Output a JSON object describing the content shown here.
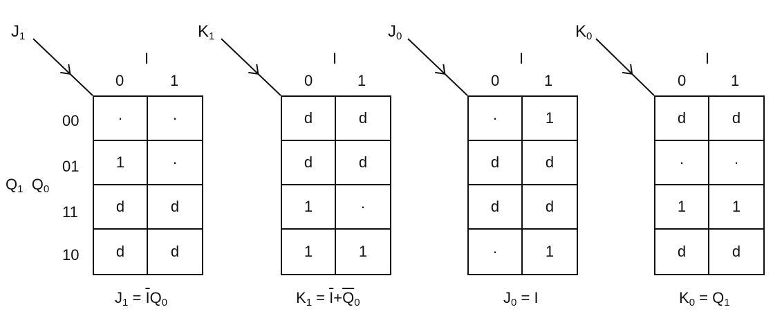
{
  "input_var": "I",
  "col_headers": [
    "0",
    "1"
  ],
  "row_headers": [
    "00",
    "01",
    "11",
    "10"
  ],
  "row_var_label": {
    "a": "Q",
    "a_sub": "1",
    "b": "Q",
    "b_sub": "0"
  },
  "maps": [
    {
      "var": "J",
      "var_sub": "1",
      "cells": [
        [
          "·",
          "·"
        ],
        [
          "1",
          "·"
        ],
        [
          "d",
          "d"
        ],
        [
          "d",
          "d"
        ]
      ],
      "equation": {
        "lhs": "J",
        "lhs_sub": "1",
        "eq": "=",
        "t1": "I",
        "t2": "Q",
        "t2_sub": "0"
      }
    },
    {
      "var": "K",
      "var_sub": "1",
      "cells": [
        [
          "d",
          "d"
        ],
        [
          "d",
          "d"
        ],
        [
          "1",
          "·"
        ],
        [
          "1",
          "1"
        ]
      ],
      "equation": {
        "lhs": "K",
        "lhs_sub": "1",
        "eq": "=",
        "t1": "I",
        "plus": "+",
        "t2": "Q",
        "t2_sub": "0"
      }
    },
    {
      "var": "J",
      "var_sub": "0",
      "cells": [
        [
          "·",
          "1"
        ],
        [
          "d",
          "d"
        ],
        [
          "d",
          "d"
        ],
        [
          "·",
          "1"
        ]
      ],
      "equation": {
        "lhs": "J",
        "lhs_sub": "0",
        "eq": "=",
        "t1": "I"
      }
    },
    {
      "var": "K",
      "var_sub": "0",
      "cells": [
        [
          "d",
          "d"
        ],
        [
          "·",
          "·"
        ],
        [
          "1",
          "1"
        ],
        [
          "d",
          "d"
        ]
      ],
      "equation": {
        "lhs": "K",
        "lhs_sub": "0",
        "eq": "=",
        "t1": "Q",
        "t1_sub": "1"
      }
    }
  ]
}
